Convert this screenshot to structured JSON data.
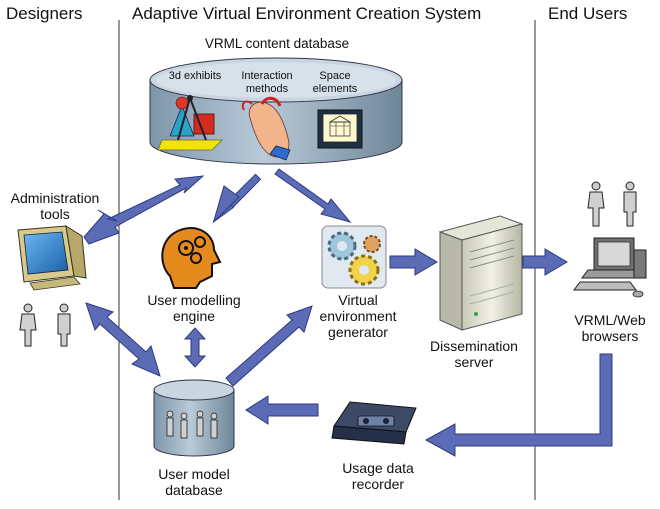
{
  "columns": {
    "designers": "Designers",
    "system": "Adaptive Virtual Environment Creation System",
    "end_users": "End Users"
  },
  "database": {
    "title": "VRML content database",
    "compartments": [
      "3d exhibits",
      "Interaction methods",
      "Space elements"
    ]
  },
  "nodes": {
    "admin_tools": "Administration tools",
    "user_modelling_engine": "User modelling engine",
    "ve_generator": "Virtual environment generator",
    "dissemination_server": "Dissemination server",
    "vrml_browsers": "VRML/Web browsers",
    "user_model_db": "User model database",
    "usage_recorder": "Usage data recorder"
  },
  "colors": {
    "arrow_fill": "#5b6bb6",
    "arrow_stroke": "#2f3a80",
    "db_fill": "#9fb4c6",
    "db_top": "#c8d6e2"
  }
}
